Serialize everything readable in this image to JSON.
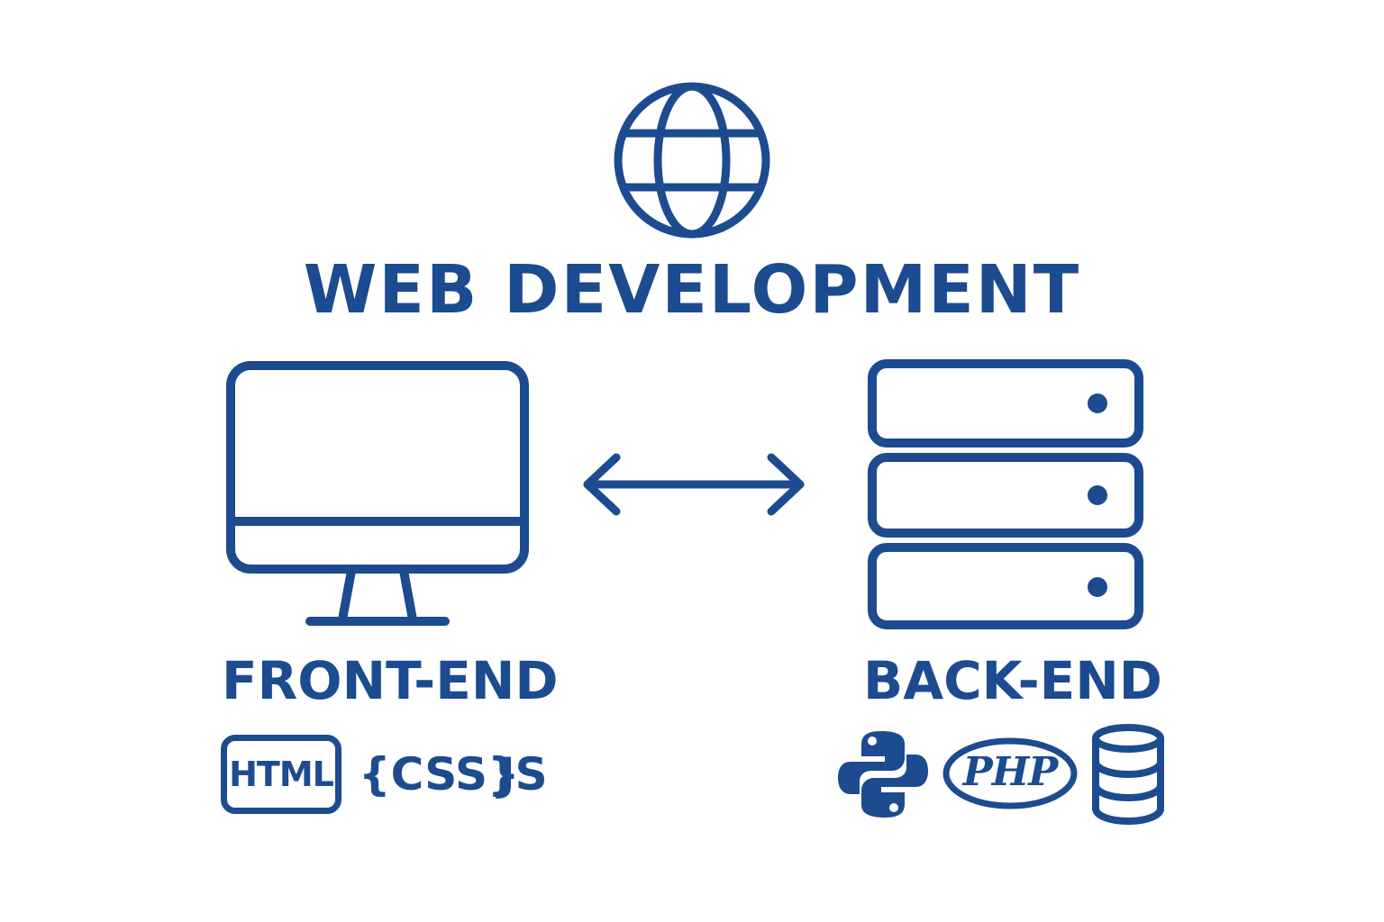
{
  "diagram": {
    "title": "WEB DEVELOPMENT",
    "front_end": {
      "label": "FRONT-END",
      "icon": "monitor-icon",
      "technologies": [
        "HTML",
        "{CSS}",
        "JS"
      ]
    },
    "back_end": {
      "label": "BACK-END",
      "icon": "server-icon",
      "technologies": [
        "python-icon",
        "PHP",
        "database-icon"
      ]
    },
    "connector": "double-arrow-icon",
    "top_icon": "globe-icon"
  },
  "colors": {
    "accent": "#1c4b8f",
    "background": "#ffffff"
  }
}
